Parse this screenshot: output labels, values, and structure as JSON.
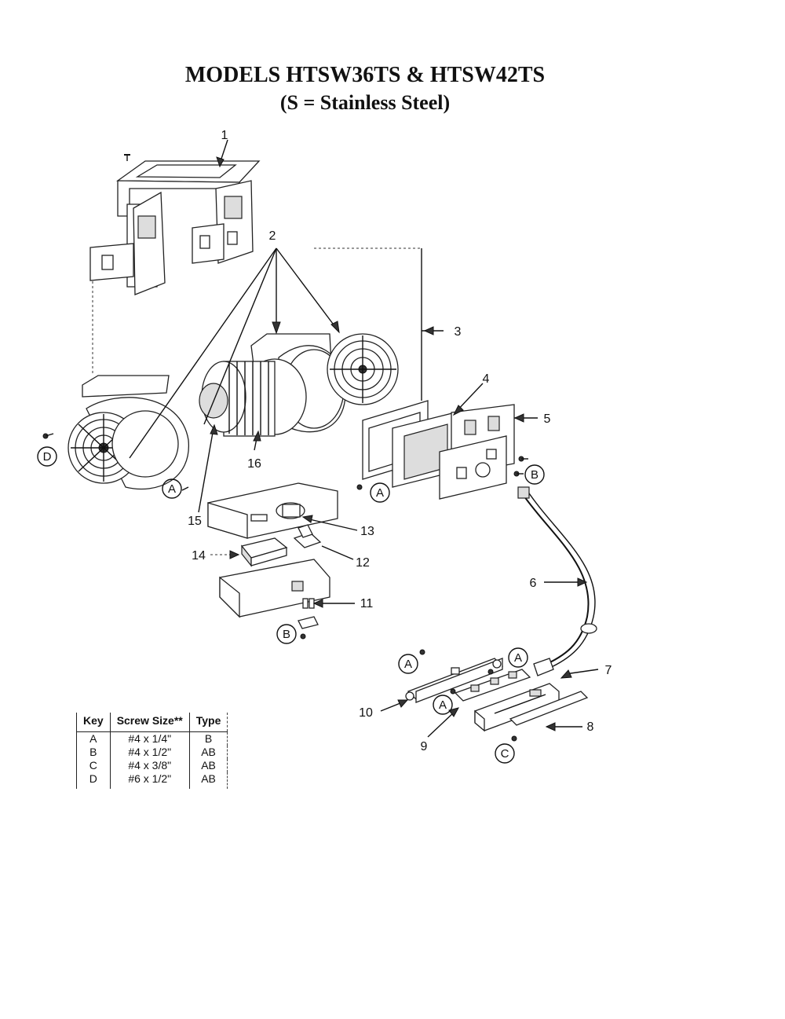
{
  "title": "MODELS HTSW36TS & HTSW42TS",
  "subtitle": "(S = Stainless Steel)",
  "callouts": {
    "c1": "1",
    "c2": "2",
    "c3": "3",
    "c4": "4",
    "c5": "5",
    "c6": "6",
    "c7": "7",
    "c8": "8",
    "c9": "9",
    "c10": "10",
    "c11": "11",
    "c12": "12",
    "c13": "13",
    "c14": "14",
    "c15": "15",
    "c16": "16"
  },
  "screw_keys": {
    "a": "A",
    "b": "B",
    "c": "C",
    "d": "D"
  },
  "screw_table": {
    "headers": [
      "Key",
      "Screw Size**",
      "Type"
    ],
    "rows": [
      [
        "A",
        "#4 x 1/4\"",
        "B"
      ],
      [
        "B",
        "#4 x 1/2\"",
        "AB"
      ],
      [
        "C",
        "#4 x 3/8\"",
        "AB"
      ],
      [
        "D",
        "#6 x 1/2\"",
        "AB"
      ]
    ]
  }
}
